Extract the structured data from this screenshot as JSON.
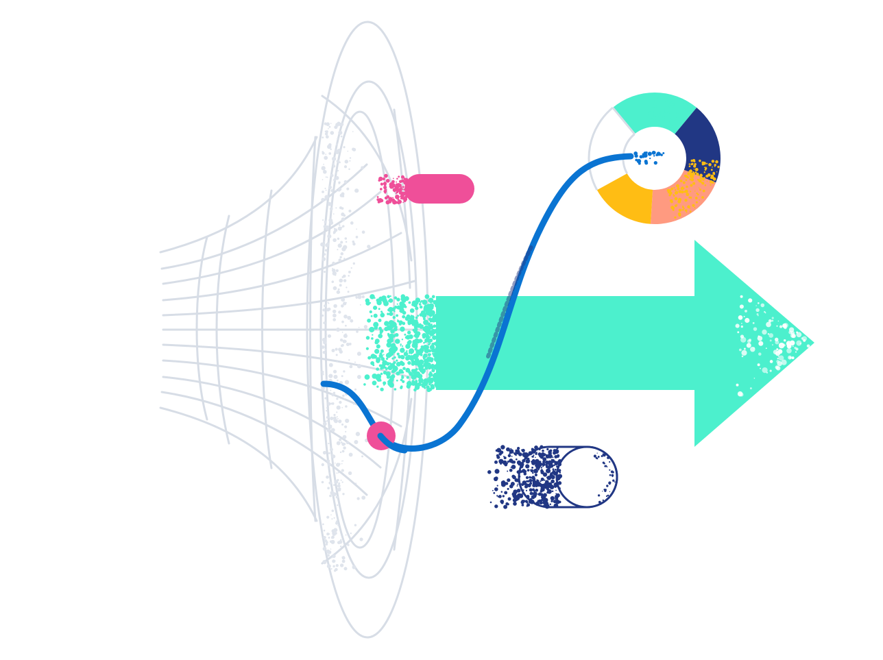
{
  "illustration": {
    "elements": [
      "wireframe-funnel",
      "dust-particles",
      "pink-pill-bar",
      "teal-arrow",
      "blue-wave-line",
      "pink-dot",
      "donut-chart",
      "toggle-switch"
    ]
  },
  "colors": {
    "background": "#ffffff",
    "funnel_stroke": "#d7dde6",
    "funnel_dust": "#dfe4ec",
    "pink": "#ef4f99",
    "teal": "#4cf0cd",
    "blue": "#0a74d2",
    "navy": "#213784",
    "orange": "#ff9a80",
    "yellow": "#ffbd14",
    "ring": "#d7dde6"
  },
  "donut_segments": [
    {
      "name": "teal",
      "color": "#4cf0cd",
      "fraction": 0.22
    },
    {
      "name": "navy",
      "color": "#213784",
      "fraction": 0.2
    },
    {
      "name": "orange",
      "color": "#ff9a80",
      "fraction": 0.2
    },
    {
      "name": "yellow",
      "color": "#ffbd14",
      "fraction": 0.16
    },
    {
      "name": "empty",
      "color": "#d7dde6",
      "fraction": 0.22
    }
  ],
  "toggle": {
    "state": "on"
  }
}
